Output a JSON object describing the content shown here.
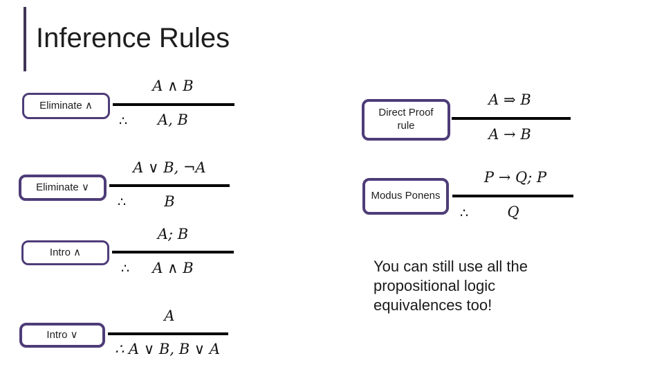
{
  "title": "Inference Rules",
  "colors": {
    "accent_purple": "#4e3c78",
    "title_bar_purple": "#3f3456",
    "rule_line_black": "#000000",
    "text_black": "#1d1d1d"
  },
  "rules": [
    {
      "label": "Eliminate ∧",
      "premise": "A ∧ B",
      "therefore": "∴",
      "conclusion": "A, B"
    },
    {
      "label": "Eliminate ∨",
      "premise": "A ∨ B, ¬A",
      "therefore": "∴",
      "conclusion": "B"
    },
    {
      "label": "Intro ∧",
      "premise": "A; B",
      "therefore": "∴",
      "conclusion": "A ∧ B"
    },
    {
      "label": "Intro ∨",
      "premise": "A",
      "therefore": "",
      "conclusion": "∴ A ∨ B, B ∨ A"
    },
    {
      "label": "Direct Proof rule",
      "premise": "A ⇒ B",
      "therefore": "",
      "conclusion": "A → B"
    },
    {
      "label": "Modus Ponens",
      "premise": "P → Q; P",
      "therefore": "∴",
      "conclusion": "Q"
    }
  ],
  "note": "You can still use all the propositional logic equivalences too!"
}
